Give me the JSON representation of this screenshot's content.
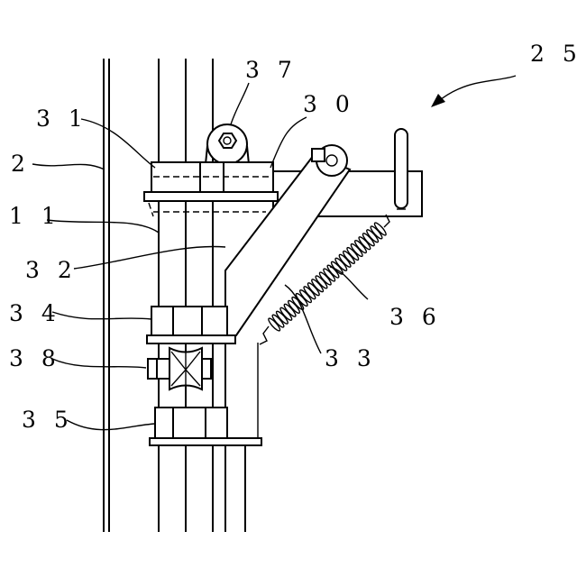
{
  "figure": {
    "labels": {
      "l25": "2 5",
      "l37": "3 7",
      "l30": "3 0",
      "l31": "3 1",
      "l2": "2",
      "l11": "1 1",
      "l32": "3 2",
      "l34": "3 4",
      "l36": "3 6",
      "l38": "3 8",
      "l33": "3 3",
      "l35": "3 5"
    }
  }
}
